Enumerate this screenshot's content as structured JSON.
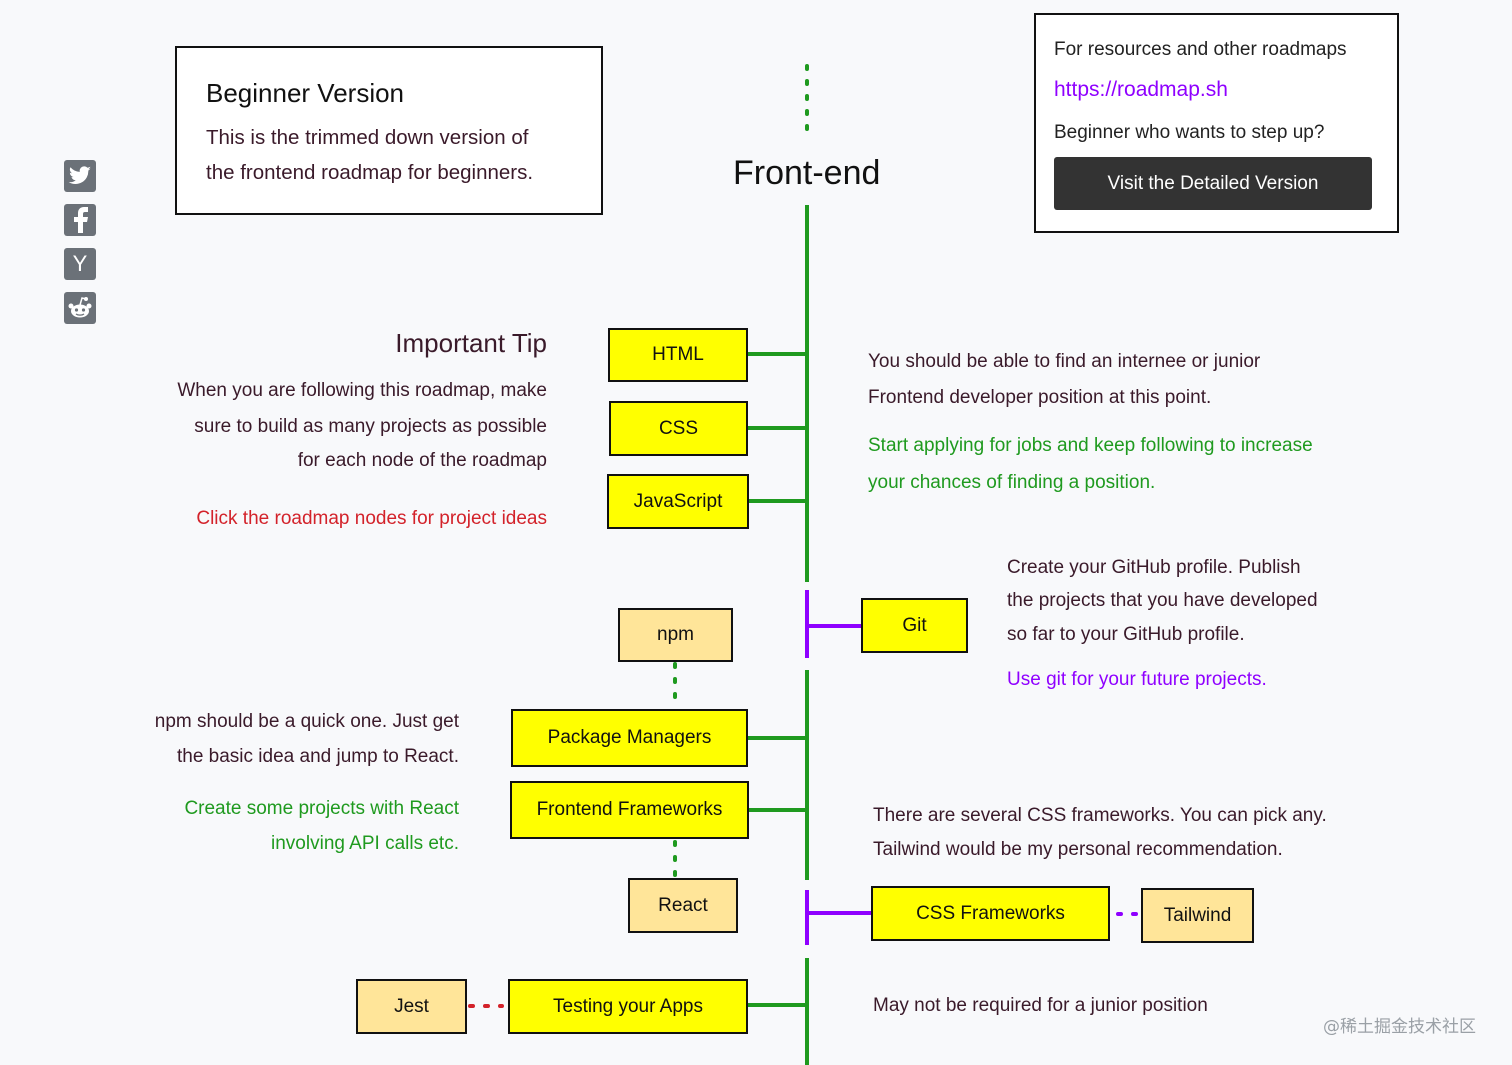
{
  "title": "Front-end",
  "beginner_box": {
    "heading": "Beginner Version",
    "line1": "This is the trimmed down version of",
    "line2": "the frontend roadmap for beginners."
  },
  "resources_box": {
    "intro": "For resources and other roadmaps",
    "link": "https://roadmap.sh",
    "question": "Beginner who wants to step up?",
    "button": "Visit the Detailed Version"
  },
  "share_icons": [
    "twitter-icon",
    "facebook-icon",
    "hackernews-icon",
    "reddit-icon"
  ],
  "hackernews_glyph": "Y",
  "tip": {
    "heading": "Important Tip",
    "line1": "When you are following this roadmap, make",
    "line2": "sure to build as many projects as possible",
    "line3": "for each node of the roadmap",
    "cta": "Click the roadmap nodes for project ideas"
  },
  "nodes": {
    "html": "HTML",
    "css": "CSS",
    "javascript": "JavaScript",
    "git": "Git",
    "npm": "npm",
    "package_managers": "Package Managers",
    "frontend_frameworks": "Frontend Frameworks",
    "react": "React",
    "css_frameworks": "CSS Frameworks",
    "tailwind": "Tailwind",
    "jest": "Jest",
    "testing": "Testing your Apps"
  },
  "notes": {
    "internship1": "You should be able to find an internee or junior",
    "internship2": "Frontend developer position at this point.",
    "apply1": "Start applying for jobs and keep following to increase",
    "apply2": "your chances of finding a position.",
    "github1": "Create your GitHub profile. Publish",
    "github2": "the projects that you have developed",
    "github3": "so far to your GitHub profile.",
    "git_use": "Use git for your future projects.",
    "npm1": "npm should be a quick one. Just get",
    "npm2": "the basic idea and jump to React.",
    "react1": "Create some projects with React",
    "react2": "involving API calls etc.",
    "cssfw1": "There are several CSS frameworks. You can pick any.",
    "cssfw2": "Tailwind would be my personal recommendation.",
    "testing": "May not be required for a junior position"
  },
  "watermark": "@稀土掘金技术社区",
  "colors": {
    "node_yellow": "#ffff00",
    "node_orange": "#ffe599",
    "green": "#1f9a1f",
    "purple": "#8f00ff",
    "red": "#d3222a",
    "button_dark": "#333333"
  }
}
